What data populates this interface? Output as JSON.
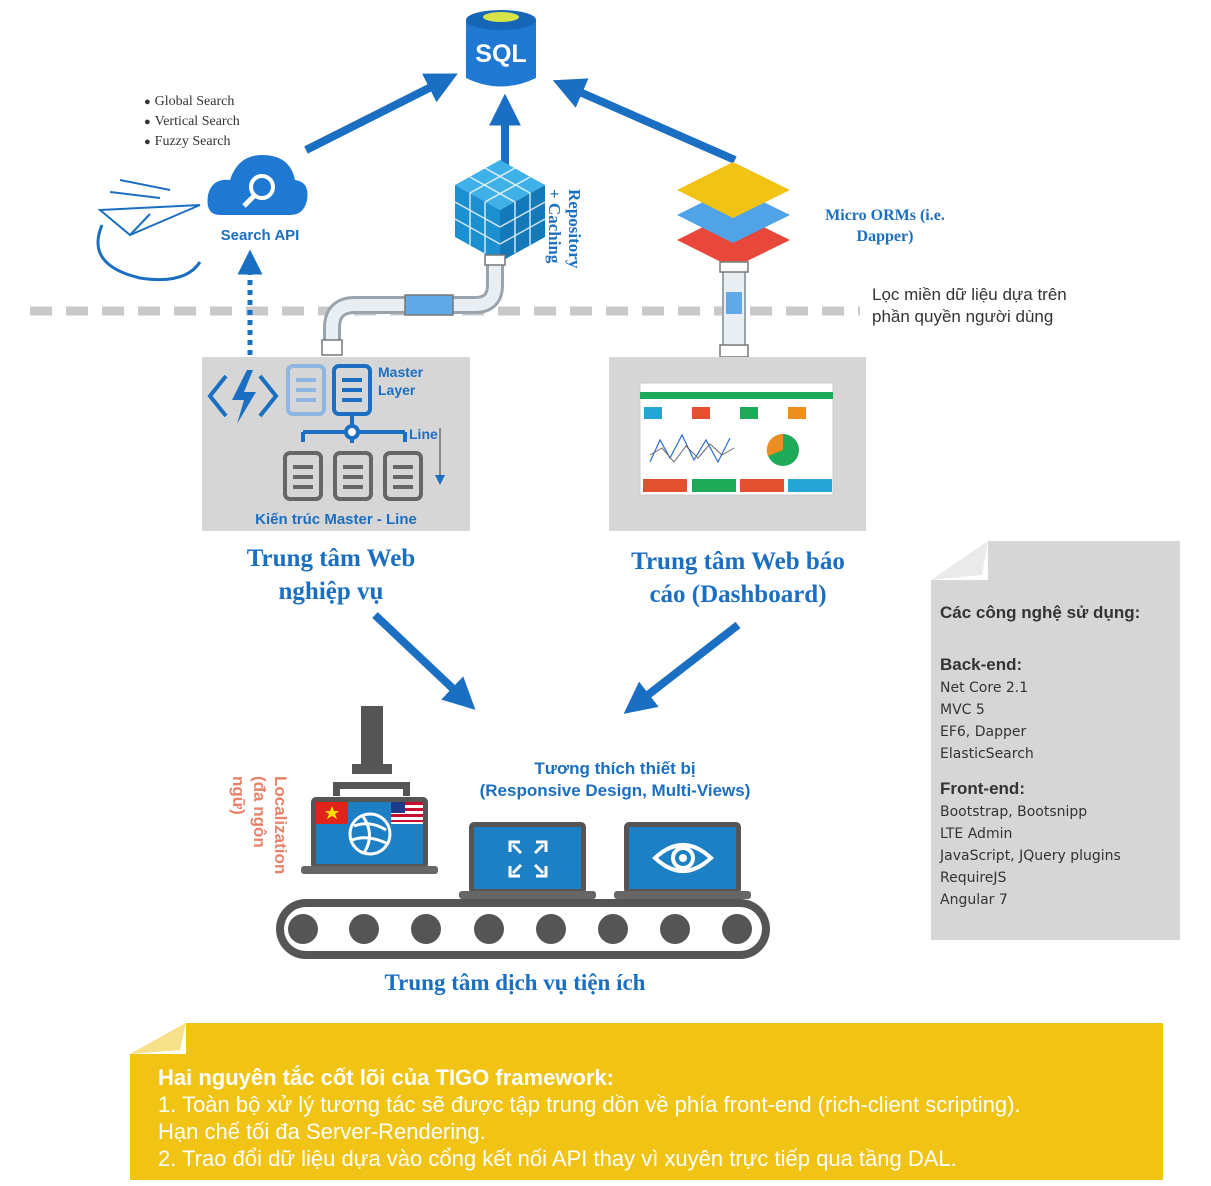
{
  "sql": {
    "label": "SQL"
  },
  "search": {
    "bullets": [
      "Global Search",
      "Vertical Search",
      "Fuzzy Search"
    ],
    "api_label": "Search API"
  },
  "repository": {
    "label_line1": "Repository",
    "label_line2": "+ Caching"
  },
  "micro_orm": {
    "label_line1": "Micro ORMs (i.e.",
    "label_line2": "Dapper)"
  },
  "filter": {
    "line1": "Lọc miền dữ liệu dựa trên",
    "line2": "phần quyền người dùng"
  },
  "master": {
    "layer_line1": "Master",
    "layer_line2": "Layer",
    "line_label": "Line",
    "caption": "Kiến trúc Master - Line"
  },
  "business_web": {
    "line1": "Trung tâm Web",
    "line2": "nghiệp vụ"
  },
  "dashboard_web": {
    "line1": "Trung tâm Web báo",
    "line2": "cáo (Dashboard)"
  },
  "responsive": {
    "line1": "Tương thích thiết bị",
    "line2": "(Responsive Design, Multi-Views)"
  },
  "localization": {
    "line1": "Localization",
    "line2": "(đa ngôn",
    "line3": "ngữ)"
  },
  "utility_center": {
    "label": "Trung tâm dịch vụ tiện ích"
  },
  "tech": {
    "title": "Các công nghệ sử dụng:",
    "backend_title": "Back-end:",
    "backend": [
      "Net Core 2.1",
      "MVC 5",
      "EF6, Dapper",
      "ElasticSearch"
    ],
    "frontend_title": "Front-end:",
    "frontend": [
      "Bootstrap, Bootsnipp",
      "LTE Admin",
      "JavaScript, JQuery plugins",
      "RequireJS",
      "Angular 7"
    ]
  },
  "principles": {
    "title": "Hai nguyên tắc cốt lõi của TIGO framework:",
    "line1": "1. Toàn bộ xử lý tương tác sẽ được tập trung dồn về phía front-end (rich-client scripting).",
    "line2": "Hạn chế tối đa Server-Rendering.",
    "line3": "2. Trao đổi dữ liệu dựa vào cổng kết nối API thay vì xuyên trực tiếp qua tầng DAL."
  },
  "colors": {
    "arrow_blue": "#1b6fc2",
    "sql_blue": "#1f78d1",
    "panel_gray": "#d6d6d6",
    "yellow": "#f0c314",
    "orange": "#e8826a",
    "dark_gray": "#555555"
  },
  "icons": [
    "sql-database-icon",
    "cloud-search-icon",
    "paper-plane-icon",
    "cube-icon",
    "layers-icon",
    "azure-function-icon",
    "document-icon",
    "laptop-icon",
    "flag-vietnam-icon",
    "flag-usa-icon",
    "globe-icon",
    "expand-icon",
    "eye-icon",
    "conveyor-belt-icon"
  ]
}
